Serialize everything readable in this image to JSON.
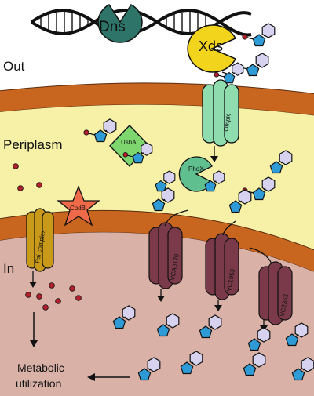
{
  "regions": {
    "out": "Out",
    "periplasm": "Periplasm",
    "in": "In"
  },
  "enzymes": {
    "dns": "Dns",
    "xds": "Xds",
    "usha": "UshA",
    "cpdb": "CpdB",
    "phox": "PhoX"
  },
  "transporters": {
    "ompk": "OmpK",
    "psi": "Psi complex",
    "vca0179": "VCA0179",
    "vc1953": "VC1953",
    "vc2352": "VC2352"
  },
  "outcome": {
    "line1": "Metabolic",
    "line2": "utilization"
  },
  "colors": {
    "outer_membrane": "#c8651e",
    "periplasm": "#f6f1a6",
    "cytoplasm": "#d9b1a6",
    "dns_enzyme": "#2e7468",
    "xds_enzyme": "#f2d41c",
    "ompk_porin": "#8fdcae",
    "usha_enzyme": "#7dd66e",
    "cpdb_enzyme": "#ef6a49",
    "phox_enzyme": "#5fbf8e",
    "psi_complex": "#c99a1a",
    "inner_transporter": "#7a3a4a",
    "pentose": "#2e9ad6",
    "base": "#d6d2ef",
    "phosphate": "#b0202a"
  }
}
